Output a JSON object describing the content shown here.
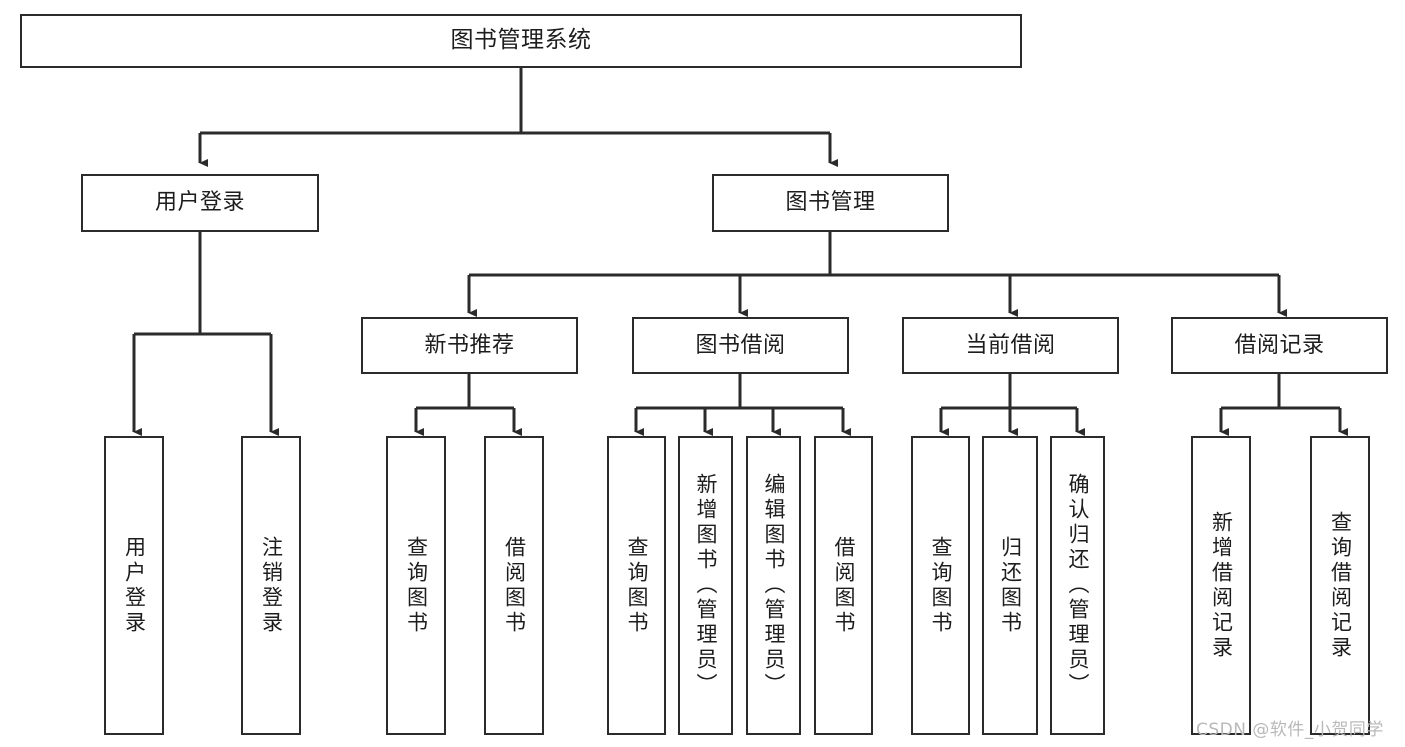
{
  "diagram": {
    "title": "图书管理系统",
    "type": "hierarchy-tree",
    "watermark": "CSDN @软件_小贺同学",
    "colors": {
      "background": "#ffffff",
      "box_border": "#2b2b2b",
      "box_fill": "#ffffff",
      "text": "#1d1d1d",
      "edge": "#2b2b2b",
      "watermark": "#b9b9b9"
    },
    "levels": {
      "root": "图书管理系统",
      "level2": [
        "用户登录",
        "图书管理"
      ],
      "level3": [
        "新书推荐",
        "图书借阅",
        "当前借阅",
        "借阅记录"
      ],
      "level4": [
        "用户登录",
        "注销登录",
        "查询图书",
        "借阅图书",
        "查询图书",
        "新增图书（管理员）",
        "编辑图书（管理员）",
        "借阅图书",
        "查询图书",
        "归还图书",
        "确认归还（管理员）",
        "新增借阅记录",
        "查询借阅记录"
      ]
    },
    "nodes": {
      "root": {
        "label": "图书管理系统"
      },
      "user_login": {
        "label": "用户登录"
      },
      "book_manage": {
        "label": "图书管理"
      },
      "new_book_rec": {
        "label": "新书推荐"
      },
      "book_borrow": {
        "label": "图书借阅"
      },
      "current_borrow": {
        "label": "当前借阅"
      },
      "borrow_record": {
        "label": "借阅记录"
      },
      "leaf_user_login": {
        "label": "用户登录"
      },
      "leaf_logout": {
        "label": "注销登录"
      },
      "leaf_query_book_a": {
        "label": "查询图书"
      },
      "leaf_borrow_book_a": {
        "label": "借阅图书"
      },
      "leaf_query_book_b": {
        "label": "查询图书"
      },
      "leaf_add_book": {
        "label": "新增图书（管理员）"
      },
      "leaf_edit_book": {
        "label": "编辑图书（管理员）"
      },
      "leaf_borrow_book_b": {
        "label": "借阅图书"
      },
      "leaf_query_book_c": {
        "label": "查询图书"
      },
      "leaf_return_book": {
        "label": "归还图书"
      },
      "leaf_confirm_return": {
        "label": "确认归还（管理员）"
      },
      "leaf_add_record": {
        "label": "新增借阅记录"
      },
      "leaf_query_record": {
        "label": "查询借阅记录"
      }
    },
    "edges": [
      {
        "from": "root",
        "to": "user_login"
      },
      {
        "from": "root",
        "to": "book_manage"
      },
      {
        "from": "user_login",
        "to": "leaf_user_login"
      },
      {
        "from": "user_login",
        "to": "leaf_logout"
      },
      {
        "from": "book_manage",
        "to": "new_book_rec"
      },
      {
        "from": "book_manage",
        "to": "book_borrow"
      },
      {
        "from": "book_manage",
        "to": "current_borrow"
      },
      {
        "from": "book_manage",
        "to": "borrow_record"
      },
      {
        "from": "new_book_rec",
        "to": "leaf_query_book_a"
      },
      {
        "from": "new_book_rec",
        "to": "leaf_borrow_book_a"
      },
      {
        "from": "book_borrow",
        "to": "leaf_query_book_b"
      },
      {
        "from": "book_borrow",
        "to": "leaf_add_book"
      },
      {
        "from": "book_borrow",
        "to": "leaf_edit_book"
      },
      {
        "from": "book_borrow",
        "to": "leaf_borrow_book_b"
      },
      {
        "from": "current_borrow",
        "to": "leaf_query_book_c"
      },
      {
        "from": "current_borrow",
        "to": "leaf_return_book"
      },
      {
        "from": "current_borrow",
        "to": "leaf_confirm_return"
      },
      {
        "from": "borrow_record",
        "to": "leaf_add_record"
      },
      {
        "from": "borrow_record",
        "to": "leaf_query_record"
      }
    ]
  }
}
